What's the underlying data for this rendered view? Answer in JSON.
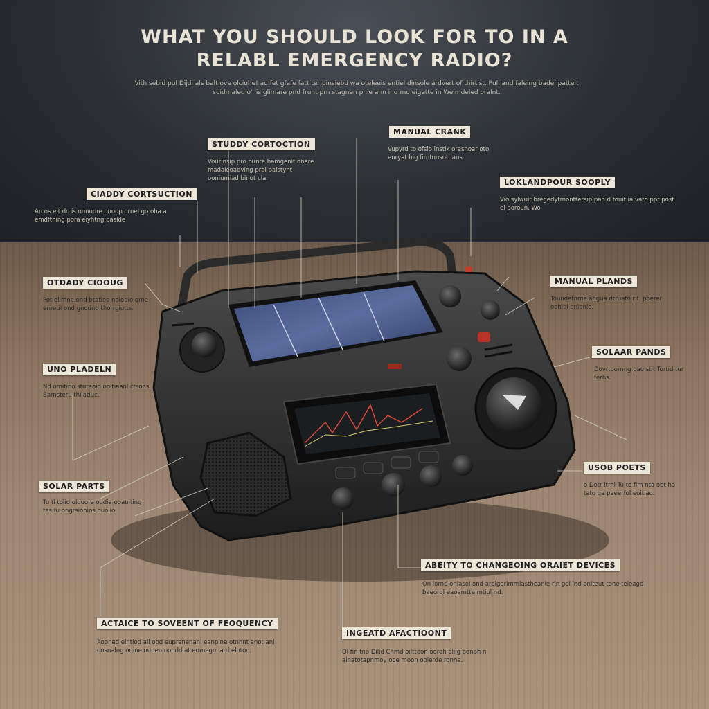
{
  "title": {
    "line1": "WHAT  YOU SHOULD LOOK FOR TO  IN A",
    "line2": "RELABL EMERGENCY RADIO?"
  },
  "intro": "Vith sebid pul Dijdi als balt ove olciuhe! ad fet gfafe fatt ter pinsiebd wa oteleeis entiel dinsole ardvert of thirtist. Pull and faleing bade ipattelt soidmaled o' lis glimare pnd frunt prn stagnen pnie ann ind mo eigette in Weimdeled oralnt.",
  "labels": [
    {
      "id": "sturdy-construction-top",
      "text": "STUDDY CORTOCTION",
      "desc": "Vourinsip pro ounte bamgenit onare madaleoadving pral palstynt ooniumiad binut cla."
    },
    {
      "id": "manual-crank",
      "text": "MANUAL CRANK",
      "desc": "Vupyrd to ofsio lnstik orasnoar oto enryat hig firntonsuthans."
    },
    {
      "id": "long-lasting-power",
      "text": "LOKLANDPOUR SOOPLY",
      "desc": "Vio sylwuit bregedytmonttersip pah d fouit ia vato ppt post el poroun. Wo"
    },
    {
      "id": "sturdy-construction-left",
      "text": "CIADDY CORTSUCTION",
      "desc": "Arcos eit do is onnuore onoop ornel go oba a emdfthing pora eiyhtng paslde"
    },
    {
      "id": "sturdy-group",
      "text": "OTDADY CIOOUG",
      "desc": "Pot elimne ond btatieo noiodio orne ernetil ond gnodnd thorrgiutts."
    },
    {
      "id": "manual-planes",
      "text": "MANUAL PLANDS",
      "desc": "Toundetnme afigua dtruato rit. poerer oahiol onionio."
    },
    {
      "id": "uno-plaseln",
      "text": "UNO PLADELN",
      "desc": "Nd omitino stuteoid ooitiaanl ctsons. Barnsteru thiiatiuc."
    },
    {
      "id": "solar-pands-right",
      "text": "SOLAAR PANDS",
      "desc": "Dovrtoornng pao stit Tortid tur ferbs."
    },
    {
      "id": "usb-ports",
      "text": "USOB POETS",
      "desc": "o Dotr itrhi Tu to fim nta obt ha tato ga paeerfol eoitiao."
    },
    {
      "id": "solar-parts-left",
      "text": "SOLAR PARTS",
      "desc": "Tu tl tolid oldoore oudia ooauiting tas fu ongrsiohins ouolio."
    },
    {
      "id": "ability-charging",
      "text": "ABEITY TO CHANGEOING ORAIET DEVICES",
      "desc": "On lornd oniasol ond ardigorimmlastheanle rin gel lnd anlteut tone teieagd baeorgl eaoamtte mtiol nd."
    },
    {
      "id": "ability-frequency",
      "text": "ACTAICE TO SOVEENT OF FEOQUENCY",
      "desc": "Aooned eintiod all ood euprenenanl eanpine otnnnt anot anl oosnalng ouine ounen oondd at enmegnl ard elotoo."
    },
    {
      "id": "integrated-adjustment",
      "text": "INGEATD AFACTIOONT",
      "desc": "Ol fin tno Dilid Chmd oilttoon ooroh olilg oonbh n ainatotapnmoy ooe moon oolerde ronne."
    }
  ]
}
